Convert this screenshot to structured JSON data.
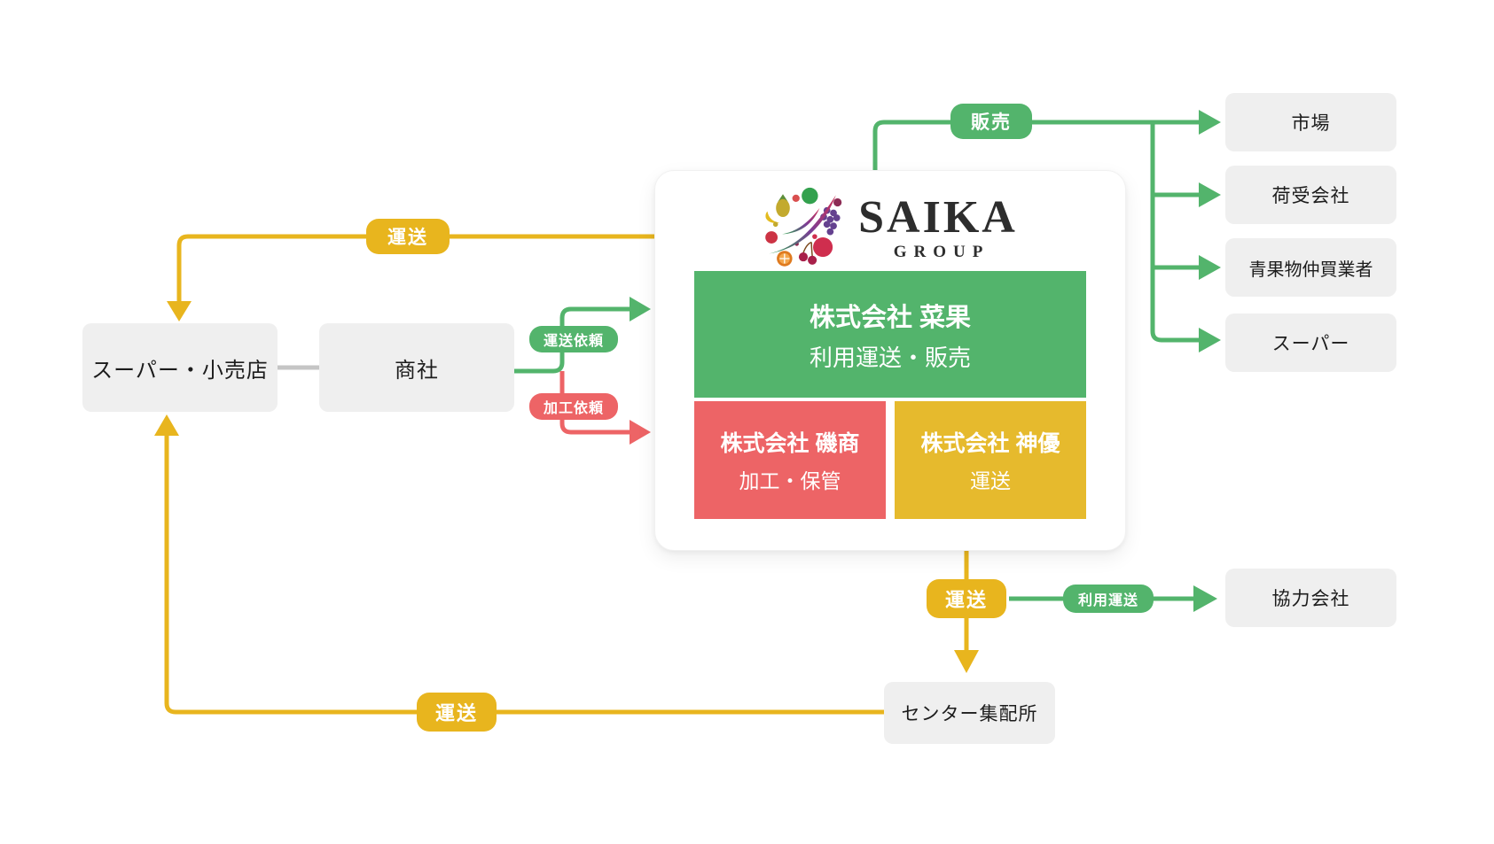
{
  "brand": {
    "name": "SAIKA",
    "subtitle": "GROUP",
    "mark": "fruits-swirl-logo"
  },
  "card": {
    "companies": [
      {
        "name": "株式会社 菜果",
        "role": "利用運送・販売",
        "color": "#53b46c"
      },
      {
        "name": "株式会社 磯商",
        "role": "加工・保管",
        "color": "#ed6466"
      },
      {
        "name": "株式会社 神優",
        "role": "運送",
        "color": "#e6ba2d"
      }
    ]
  },
  "nodes": {
    "supermarket_retail": "スーパー・小売店",
    "trading_company": "商社",
    "market": "市場",
    "consignee_company": "荷受会社",
    "produce_intermediary": "青果物仲買業者",
    "supermarket": "スーパー",
    "partner_company": "協力会社",
    "center_depot": "センター集配所"
  },
  "labels": {
    "sales": "販売",
    "transport": "運送",
    "transport_request": "運送依頼",
    "processing_request": "加工依頼",
    "consigned_transport": "利用運送"
  },
  "colors": {
    "flow_green": "#53b46c",
    "flow_yellow": "#e8b51e",
    "flow_red": "#ed6466",
    "connector_gray": "#c5c5c5",
    "node_gray": "#efefef",
    "yellow_box": "#e6ba2d",
    "text_dark": "#1c1c1c"
  }
}
